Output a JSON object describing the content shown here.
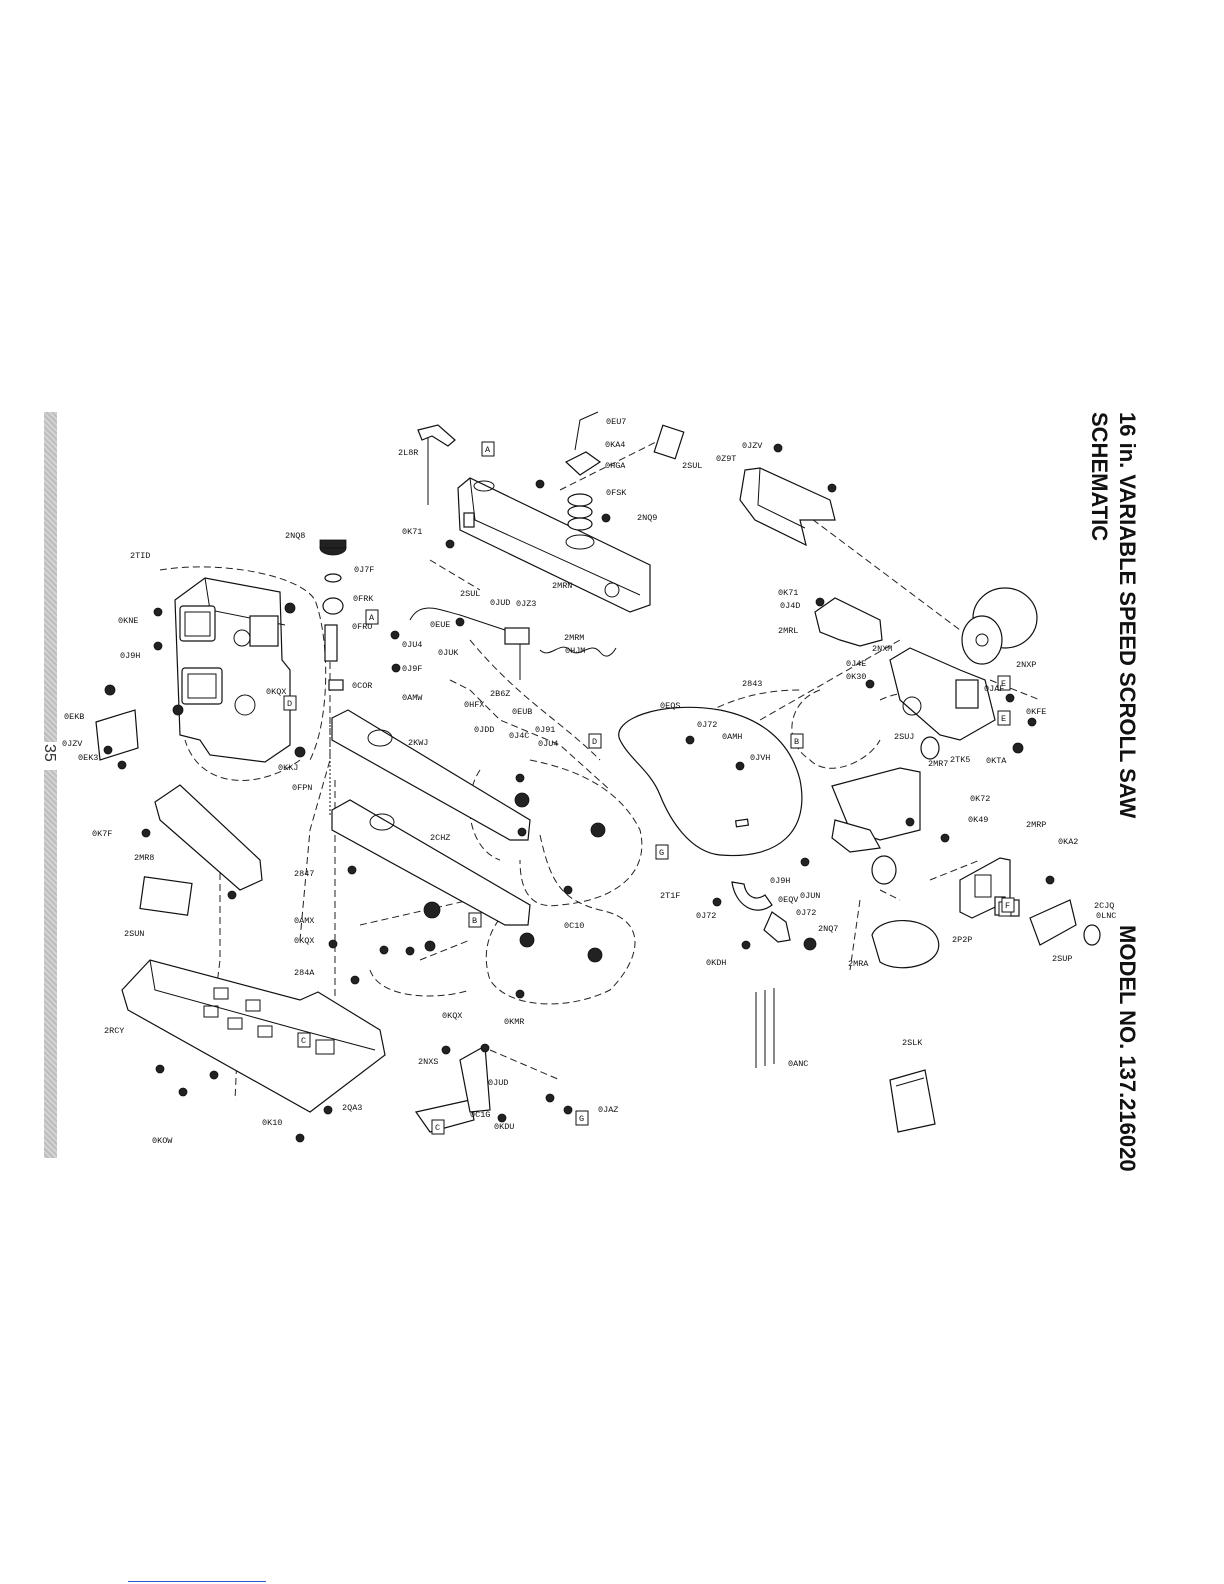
{
  "header": {
    "title_line1": "16 in. VARIABLE SPEED SCROLL SAW",
    "title_line2": "SCHEMATIC",
    "model": "MODEL NO. 137.216020",
    "page_number": "35"
  },
  "callout_letters": [
    "A",
    "A",
    "B",
    "B",
    "C",
    "C",
    "D",
    "D",
    "E",
    "E",
    "F",
    "F",
    "G",
    "G"
  ],
  "part_labels": [
    "2L8R",
    "0EU7",
    "0KA4",
    "0HGA",
    "2SUL",
    "0FSK",
    "2NQ9",
    "0JZV",
    "0Z9T",
    "2NQ8",
    "2TID",
    "0J7F",
    "0FRK",
    "0K71",
    "2SUL",
    "0JUD",
    "0JZ3",
    "2MRN",
    "0KNE",
    "0J9H",
    "0EUE",
    "2MRM",
    "0HJM",
    "0FRO",
    "0JU4",
    "0J9F",
    "0COR",
    "0AMW",
    "0JUK",
    "0KQX",
    "0HFX",
    "2B6Z",
    "0EUB",
    "0JDD",
    "0J4C",
    "0J91",
    "0JU4",
    "0EKB",
    "0JZV",
    "0EK3",
    "0KKJ",
    "0FPN",
    "2KWJ",
    "0EQS",
    "0J72",
    "0AMH",
    "0JVH",
    "0K7F",
    "2MR8",
    "2CHZ",
    "2SUN",
    "2847",
    "0AMX",
    "0KQX",
    "284A",
    "2T1F",
    "0C10",
    "2RCY",
    "0KQX",
    "0KMR",
    "2NXS",
    "0JUD",
    "0C1G",
    "0KDU",
    "0JAZ",
    "0KOW",
    "0K10",
    "2QA3",
    "0K71",
    "0J4D",
    "2MRL",
    "2NXM",
    "0J4E",
    "0K30",
    "2NXP",
    "2843",
    "0JAF",
    "0KFE",
    "2SUJ",
    "0KTA",
    "2TK5",
    "2MR7",
    "0K72",
    "0K49",
    "2MRP",
    "0KA2",
    "0J9H",
    "0JUN",
    "0EQV",
    "0J72",
    "0J72",
    "2NQ7",
    "0KDH",
    "2CJQ",
    "0LNC",
    "2P2P",
    "2SUP",
    "2MRA",
    "0ANC",
    "2SLK"
  ]
}
